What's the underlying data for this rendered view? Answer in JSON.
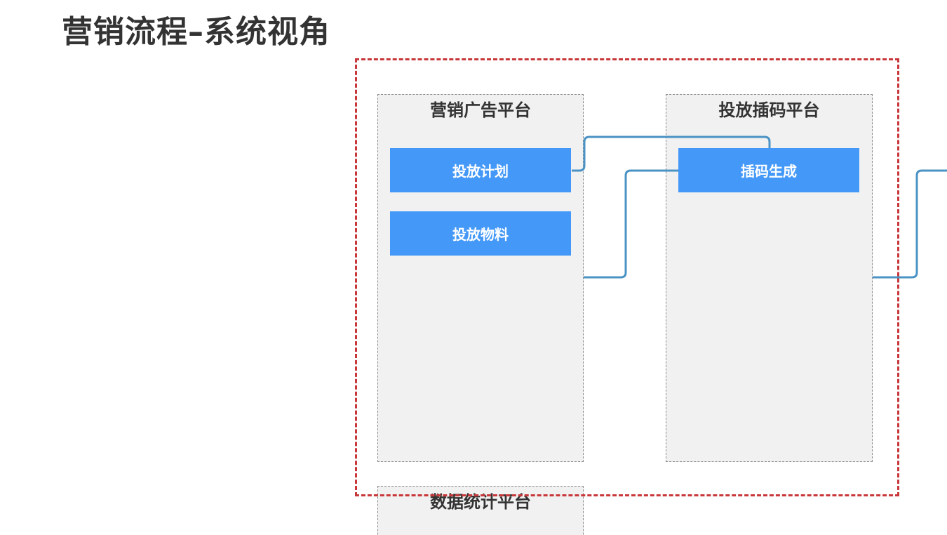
{
  "title": "营销流程–系统视角",
  "colors": {
    "lane_fill": "#f1f1f1",
    "node_fill": "#4499f8",
    "connector": "#4a93c4",
    "boundary": "#c8373a"
  },
  "lanes": {
    "marketing_ads": {
      "title": "营销广告平台",
      "nodes": [
        "投放计划",
        "投放物料"
      ]
    },
    "tracking_code": {
      "title": "投放插码平台",
      "nodes": [
        "插码生成"
      ]
    },
    "data_stats": {
      "title": "数据统计平台",
      "nodes": []
    }
  }
}
